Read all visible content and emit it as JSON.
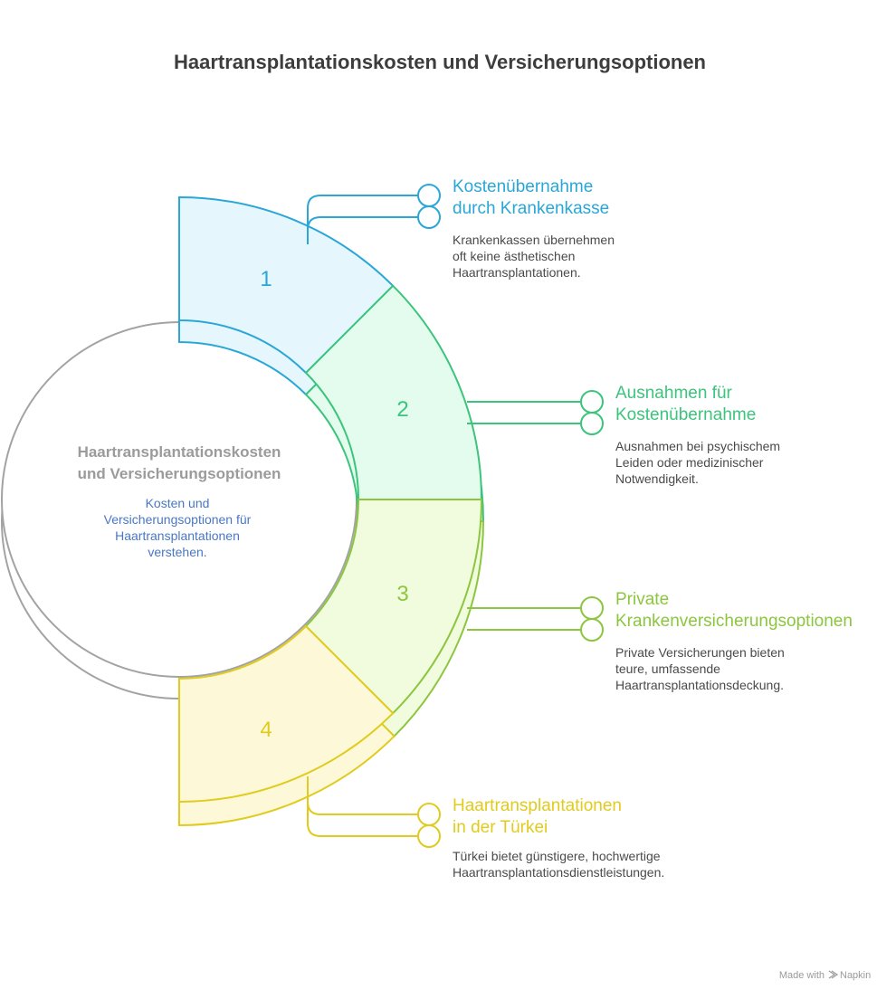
{
  "title": "Haartransplantationskosten und Versicherungsoptionen",
  "center": {
    "title_lines": [
      "Haartransplantationskosten",
      "und Versicherungsoptionen"
    ],
    "subtitle_lines": [
      "Kosten und",
      "Versicherungsoptionen für",
      "Haartransplantationen",
      "verstehen."
    ]
  },
  "items": [
    {
      "number": "1",
      "title_lines": [
        "Kostenübernahme",
        "durch Krankenkasse"
      ],
      "desc_lines": [
        "Krankenkassen übernehmen",
        "oft keine ästhetischen",
        "Haartransplantationen."
      ],
      "color": "#2aa7d6",
      "fill": "#e5f6fc"
    },
    {
      "number": "2",
      "title_lines": [
        "Ausnahmen für",
        "Kostenübernahme"
      ],
      "desc_lines": [
        "Ausnahmen bei psychischem",
        "Leiden oder medizinischer",
        "Notwendigkeit."
      ],
      "color": "#3cc47c",
      "fill": "#e3fcee"
    },
    {
      "number": "3",
      "title_lines": [
        "Private",
        "Krankenversicherungsoptionen"
      ],
      "desc_lines": [
        "Private Versicherungen bieten",
        "teure, umfassende",
        "Haartransplantationsdeckung."
      ],
      "color": "#8cc63f",
      "fill": "#f1fcdf"
    },
    {
      "number": "4",
      "title_lines": [
        "Haartransplantationen",
        "in der Türkei"
      ],
      "desc_lines": [
        "Türkei bietet günstigere, hochwertige",
        "Haartransplantationsdienstleistungen."
      ],
      "color": "#e0cb1e",
      "fill": "#fdf9d8"
    }
  ],
  "footer": {
    "made_with": "Made with",
    "brand": "Napkin"
  }
}
